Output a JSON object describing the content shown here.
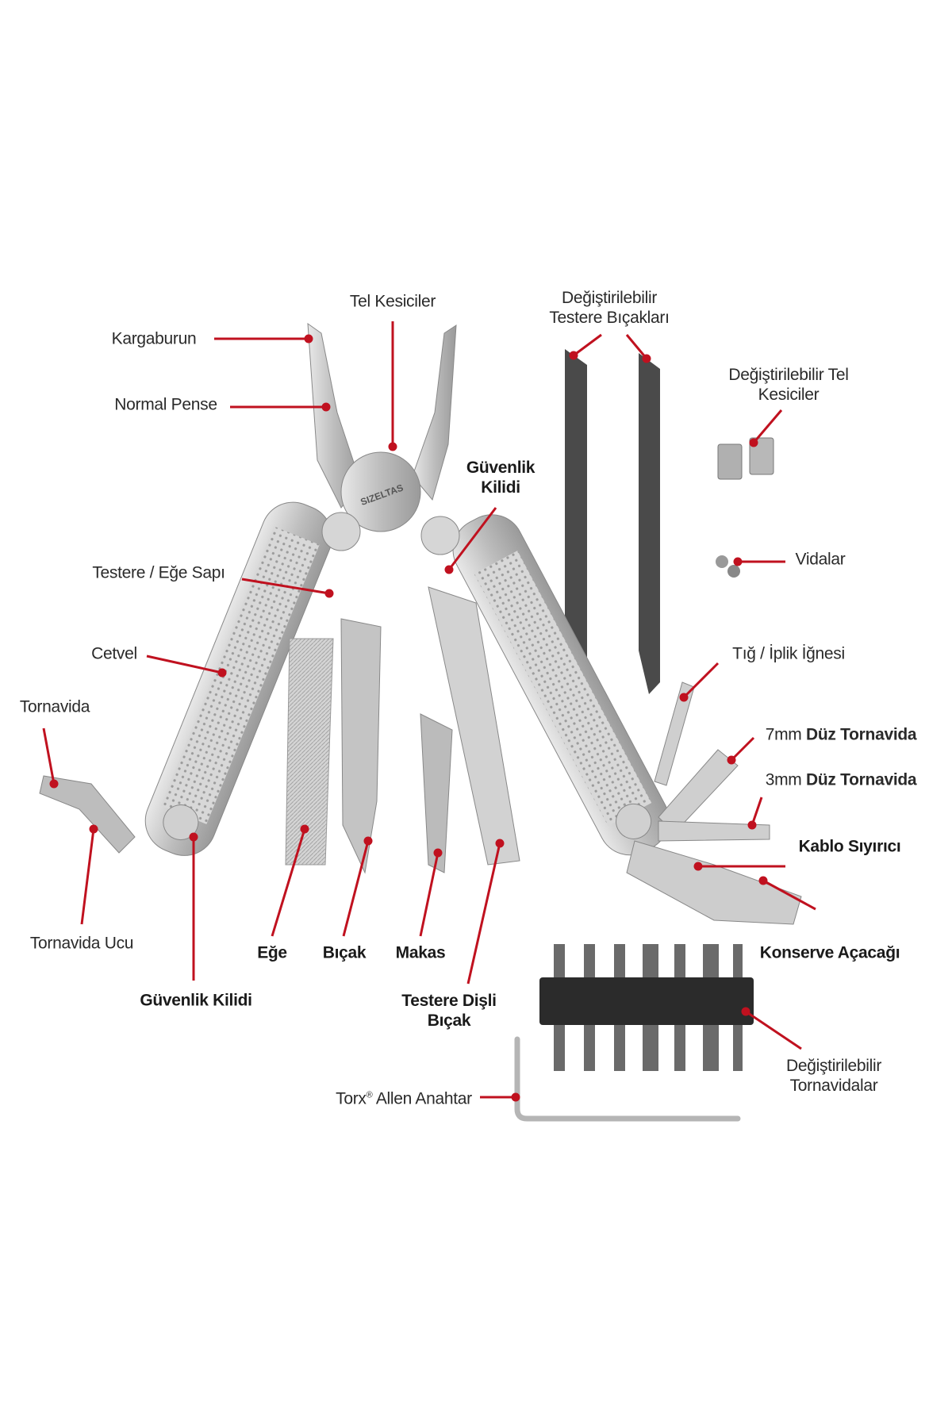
{
  "colors": {
    "leader": "#c0111f",
    "steel": "#c9c9c9",
    "steel_dark": "#8d8d8d",
    "blade_dark": "#4a4a4a",
    "bit_holder": "#2b2b2b"
  },
  "brand": {
    "logo_text": "SIZELTAS"
  },
  "labels": {
    "kargaburun": "Kargaburun",
    "normal_pense": "Normal Pense",
    "tel_kesiciler": "Tel Kesiciler",
    "testere_bicaklari": [
      "Değiştirilebilir",
      "Testere Bıçakları"
    ],
    "tel_kesiciler_yedek": [
      "Değiştirilebilir Tel",
      "Kesiciler"
    ],
    "guvenlik_kilidi_ust": [
      "Güvenlik",
      "Kilidi"
    ],
    "vidalar": "Vidalar",
    "testere_ege_sapi": "Testere / Eğe Sapı",
    "cetvel": "Cetvel",
    "tig": "Tığ / İplik İğnesi",
    "tornavida": "Tornavida",
    "tornavida_7mm": {
      "prefix": "7mm",
      "bold": "Düz Tornavida"
    },
    "tornavida_3mm": {
      "prefix": "3mm",
      "bold": "Düz Tornavida"
    },
    "kablo_siyirici": "Kablo Sıyırıcı",
    "tornavida_ucu": "Tornavida Ucu",
    "ege": "Eğe",
    "bicak": "Bıçak",
    "makas": "Makas",
    "konserve": "Konserve Açacağı",
    "guvenlik_kilidi_alt": "Güvenlik Kilidi",
    "testere_disli": [
      "Testere Dişli",
      "Bıçak"
    ],
    "tornavidalar": [
      "Değiştirilebilir",
      "Tornavidalar"
    ],
    "allen": {
      "text": "Torx",
      "sup": "®",
      "rest": " Allen Anahtar"
    }
  }
}
